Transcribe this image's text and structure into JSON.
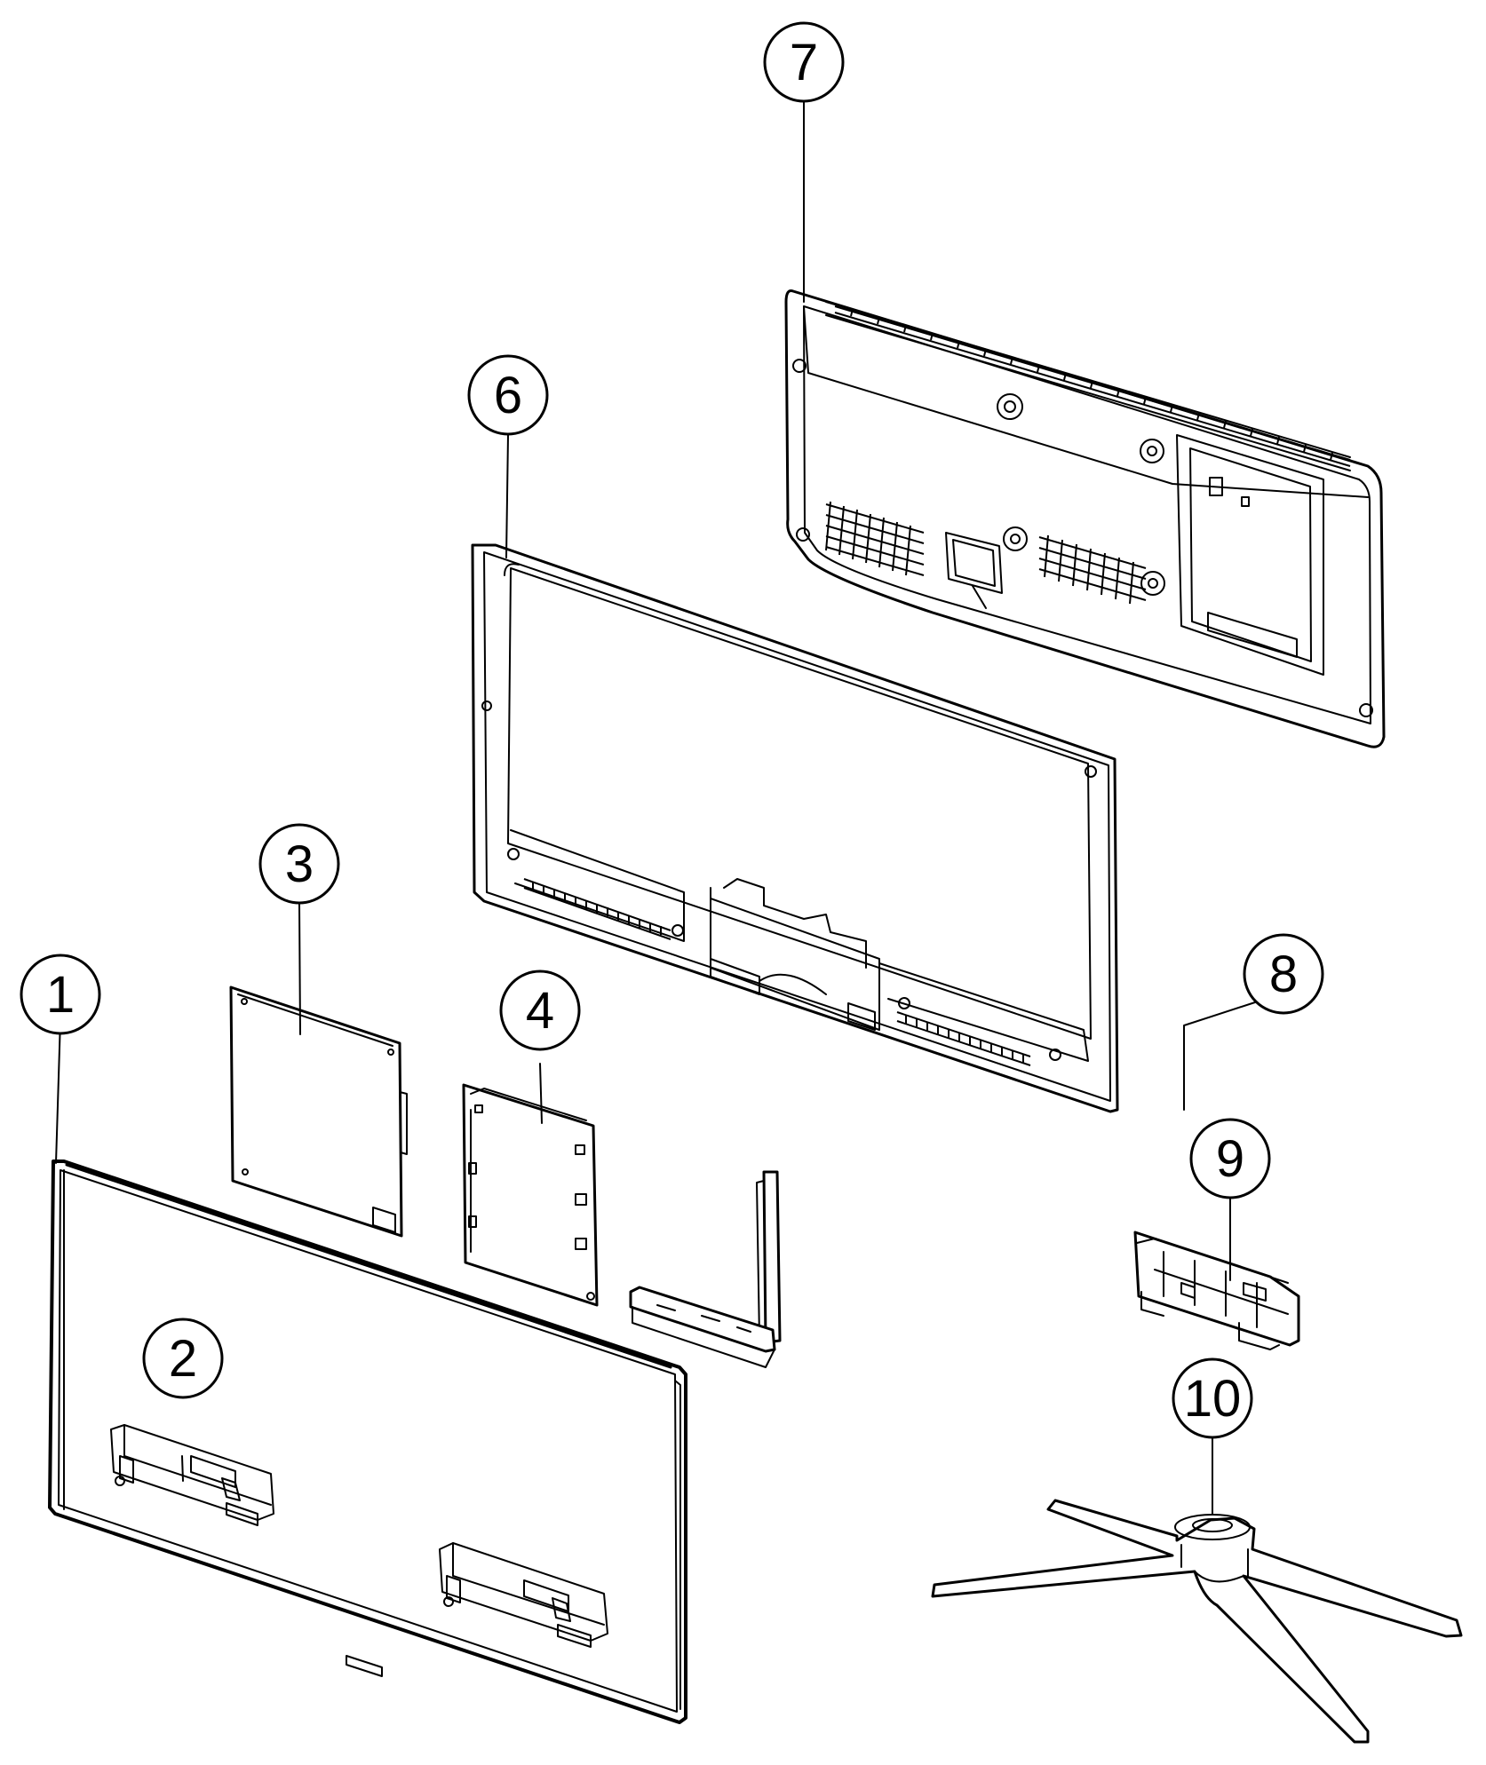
{
  "callouts": [
    {
      "id": "1",
      "label": "1"
    },
    {
      "id": "2",
      "label": "2"
    },
    {
      "id": "3",
      "label": "3"
    },
    {
      "id": "4",
      "label": "4"
    },
    {
      "id": "6",
      "label": "6"
    },
    {
      "id": "7",
      "label": "7"
    },
    {
      "id": "8",
      "label": "8"
    },
    {
      "id": "9",
      "label": "9"
    },
    {
      "id": "10",
      "label": "10"
    }
  ],
  "colors": {
    "line": "#000000",
    "background": "#ffffff"
  }
}
